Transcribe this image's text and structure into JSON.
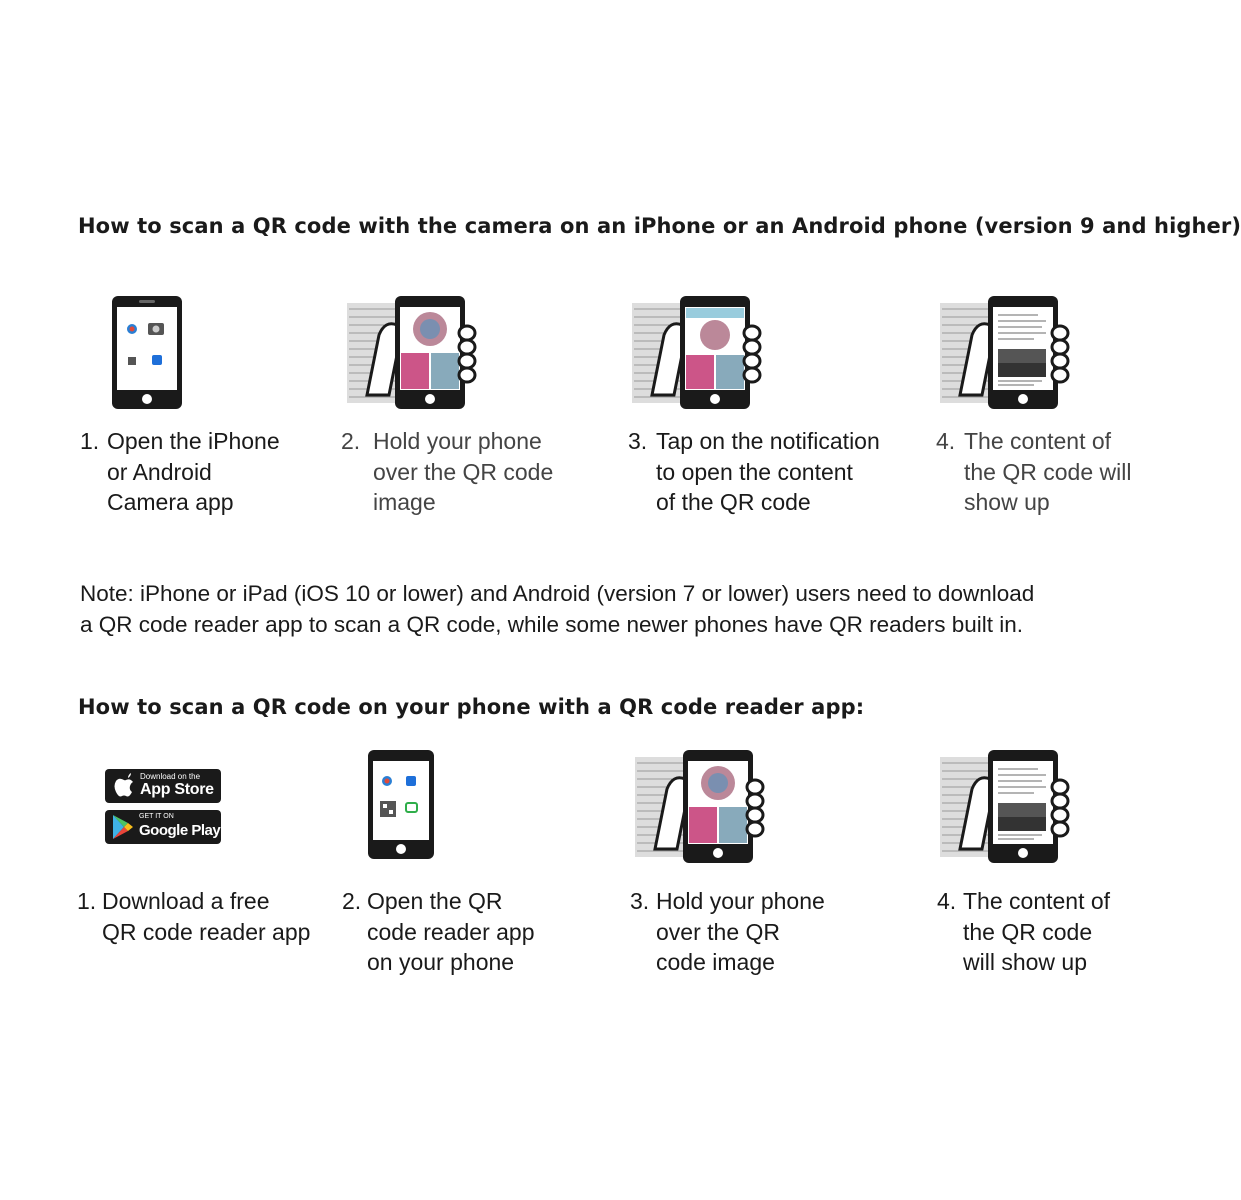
{
  "section1": {
    "heading": "How to scan a QR code with the camera on an iPhone or an Android phone (version 9 and higher)",
    "steps": [
      {
        "num": "1.",
        "lines": [
          "Open the iPhone",
          "or Android",
          "Camera app"
        ]
      },
      {
        "num": "2.",
        "lines": [
          "Hold your phone",
          "over the QR code",
          "image"
        ]
      },
      {
        "num": "3.",
        "lines": [
          "Tap on the notification",
          "to open the content",
          "of the QR code"
        ]
      },
      {
        "num": "4.",
        "lines": [
          "The content of",
          "the QR code will",
          "show up"
        ]
      }
    ]
  },
  "note": {
    "lines": [
      "Note: iPhone or iPad (iOS 10 or lower) and Android (version 7 or lower) users need to download",
      "a QR code reader app to scan a QR code, while some newer phones have QR readers built in."
    ]
  },
  "section2": {
    "heading": "How to scan a QR code on your phone with a QR code reader app:",
    "steps": [
      {
        "num": "1.",
        "lines": [
          "Download a free",
          "QR code reader app"
        ]
      },
      {
        "num": "2.",
        "lines": [
          "Open the QR",
          "code reader app",
          "on your phone"
        ]
      },
      {
        "num": "3.",
        "lines": [
          "Hold your phone",
          "over the QR",
          "code image"
        ]
      },
      {
        "num": "4.",
        "lines": [
          "The content of",
          "the QR code",
          "will show up"
        ]
      }
    ]
  },
  "badges": {
    "appstore_small": "Download on the",
    "appstore_big": "App Store",
    "googleplay_small": "GET IT ON",
    "googleplay_big": "Google Play"
  },
  "icons": [
    "phone-camera-app-icon",
    "hand-holding-phone-icon",
    "app-store-badge-icon",
    "google-play-badge-icon"
  ]
}
